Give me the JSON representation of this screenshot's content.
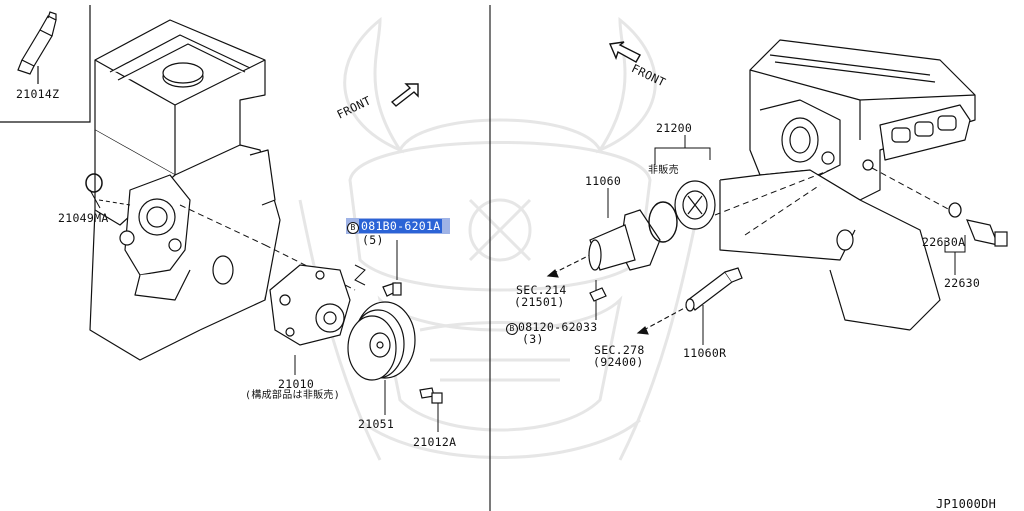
{
  "diagram": {
    "watermark_icon": "samurai-helmet-watermark",
    "page_code": "JP1000DH",
    "left": {
      "front_label": "FRONT",
      "parts": {
        "p21014Z": "21014Z",
        "p21049MA": "21049MA",
        "bolt_code": "081B0-6201A",
        "bolt_circle": "B",
        "bolt_qty": "(5)",
        "p21010": "21010",
        "p21010_note": "(構成部品は非販売)",
        "p21051": "21051",
        "p21012A": "21012A"
      }
    },
    "right": {
      "front_label": "FRONT",
      "parts": {
        "p21200": "21200",
        "not_for_sale": "非販売",
        "p11060": "11060",
        "sec214": "SEC.214",
        "sec214_ref": "(21501)",
        "bolt_code": "08120-62033",
        "bolt_circle": "B",
        "bolt_qty": "(3)",
        "sec278": "SEC.278",
        "sec278_ref": "(92400)",
        "p11060R": "11060R",
        "p22630A": "22630A",
        "p22630": "22630"
      }
    },
    "highlight_color": "#2b63d6"
  }
}
